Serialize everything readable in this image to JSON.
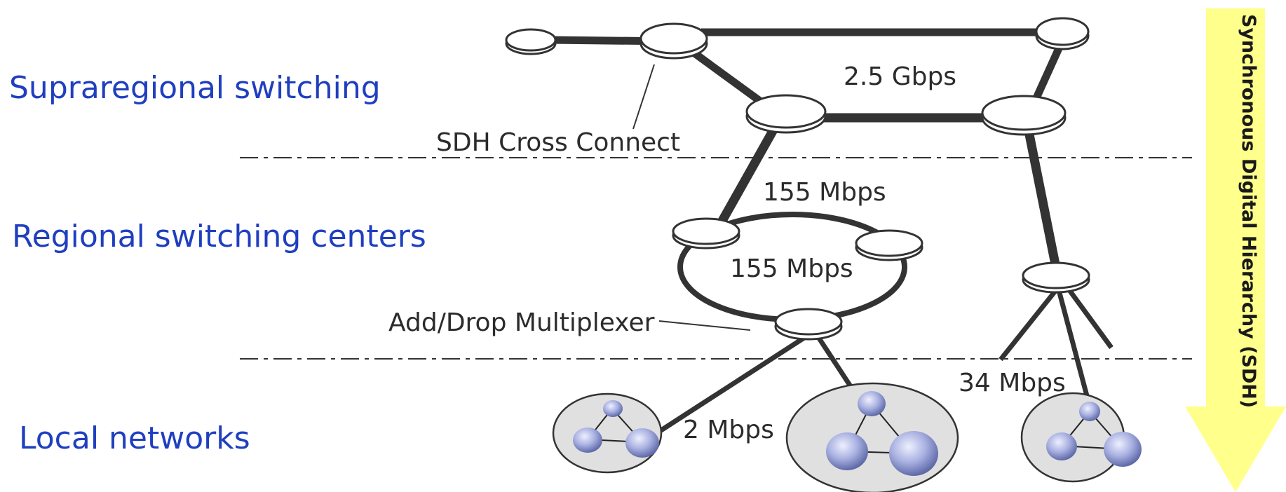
{
  "levels": {
    "supraregional": "Supraregional switching",
    "regional": "Regional switching centers",
    "local": "Local networks"
  },
  "labels": {
    "cross_connect": "SDH Cross Connect",
    "add_drop": "Add/Drop Multiplexer",
    "rate_2_5g": "2.5 Gbps",
    "rate_155_upper": "155 Mbps",
    "rate_155_ring": "155 Mbps",
    "rate_34": "34 Mbps",
    "rate_2": "2 Mbps"
  },
  "arrow": {
    "label": "Synchronous Digital Hierarchy (SDH)",
    "color": "#ffff8c"
  },
  "colors": {
    "level_text": "#1f3fbf",
    "line": "#333333",
    "local_network_fill": "#e0e0e0",
    "local_node": "#9aa3d6"
  }
}
